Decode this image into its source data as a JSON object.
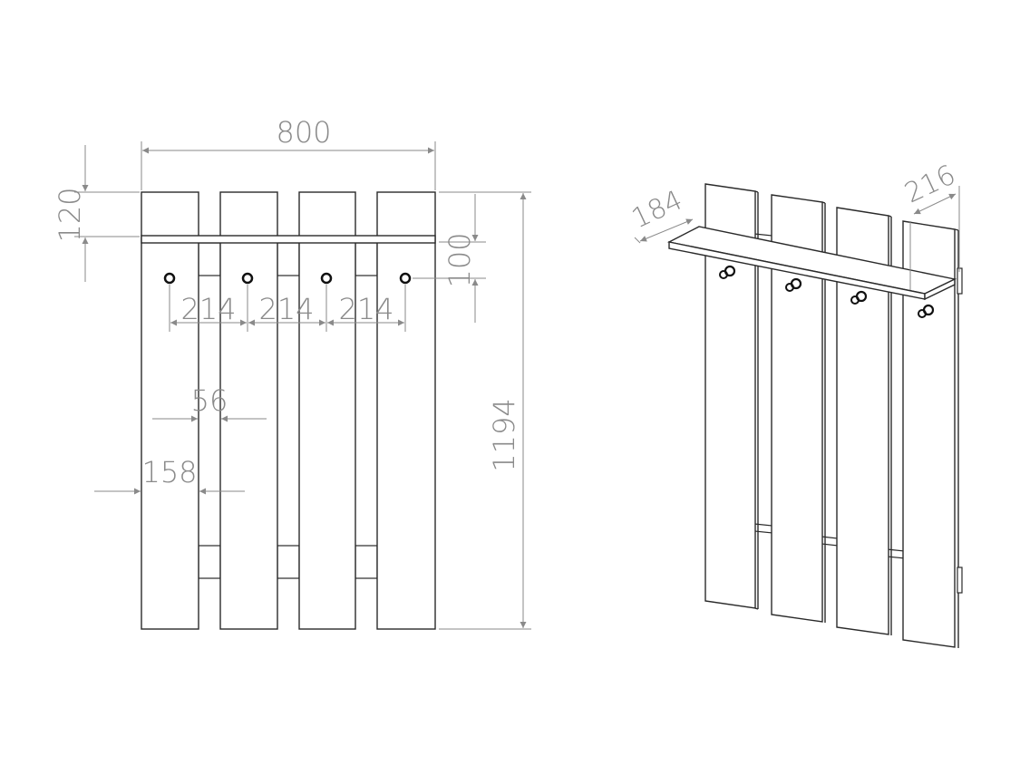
{
  "front_view": {
    "dimensions": {
      "overall_width": "800",
      "top_board_height": "120",
      "hook_offset": "100",
      "hook_spacing_1": "214",
      "hook_spacing_2": "214",
      "hook_spacing_3": "214",
      "gap_width": "56",
      "board_width": "158",
      "overall_height": "1194"
    }
  },
  "perspective_view": {
    "dimensions": {
      "shelf_depth": "184",
      "total_depth": "216"
    }
  },
  "colors": {
    "outline": "#2a2a2a",
    "dimension": "#8a8a8a",
    "background": "#ffffff"
  }
}
